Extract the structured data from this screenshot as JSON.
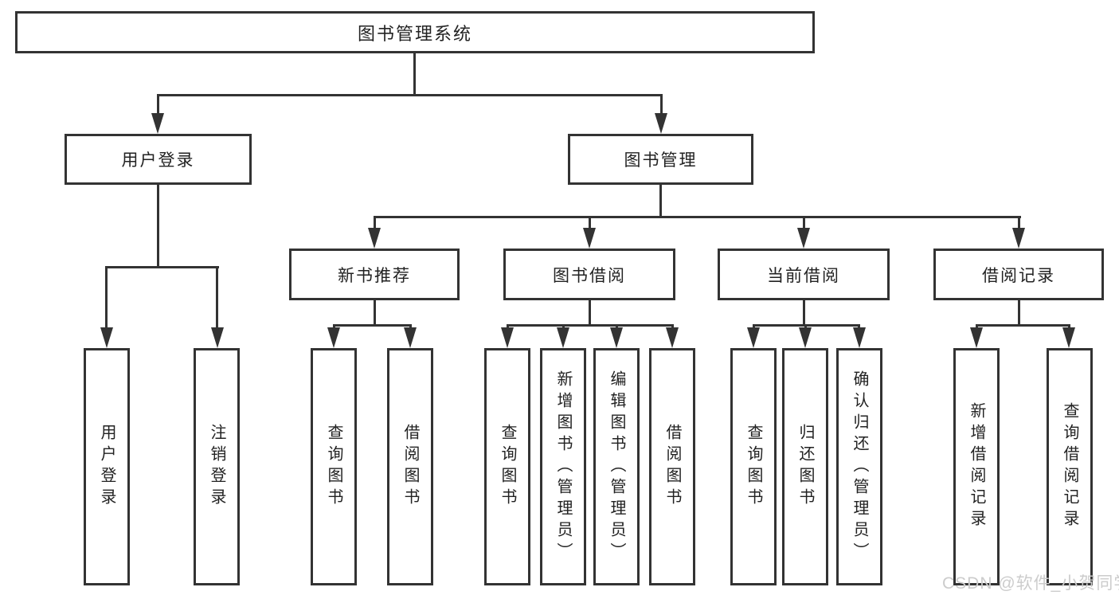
{
  "diagram": {
    "root": {
      "label": "图书管理系统"
    },
    "branches": [
      {
        "label": "用户登录",
        "children": [
          "用户登录",
          "注销登录"
        ]
      },
      {
        "label": "图书管理",
        "groups": [
          {
            "label": "新书推荐",
            "children": [
              "查询图书",
              "借阅图书"
            ]
          },
          {
            "label": "图书借阅",
            "children": [
              "查询图书",
              "新增图书（管理员）",
              "编辑图书（管理员）",
              "借阅图书"
            ]
          },
          {
            "label": "当前借阅",
            "children": [
              "查询图书",
              "归还图书",
              "确认归还（管理员）"
            ]
          },
          {
            "label": "借阅记录",
            "children": [
              "新增借阅记录",
              "查询借阅记录"
            ]
          }
        ]
      }
    ]
  },
  "watermark": {
    "text": "CSDN @软件_小贺同学"
  },
  "colors": {
    "line": "#333333",
    "text": "#222222",
    "watermark": "#cccccc",
    "background": "#ffffff"
  }
}
